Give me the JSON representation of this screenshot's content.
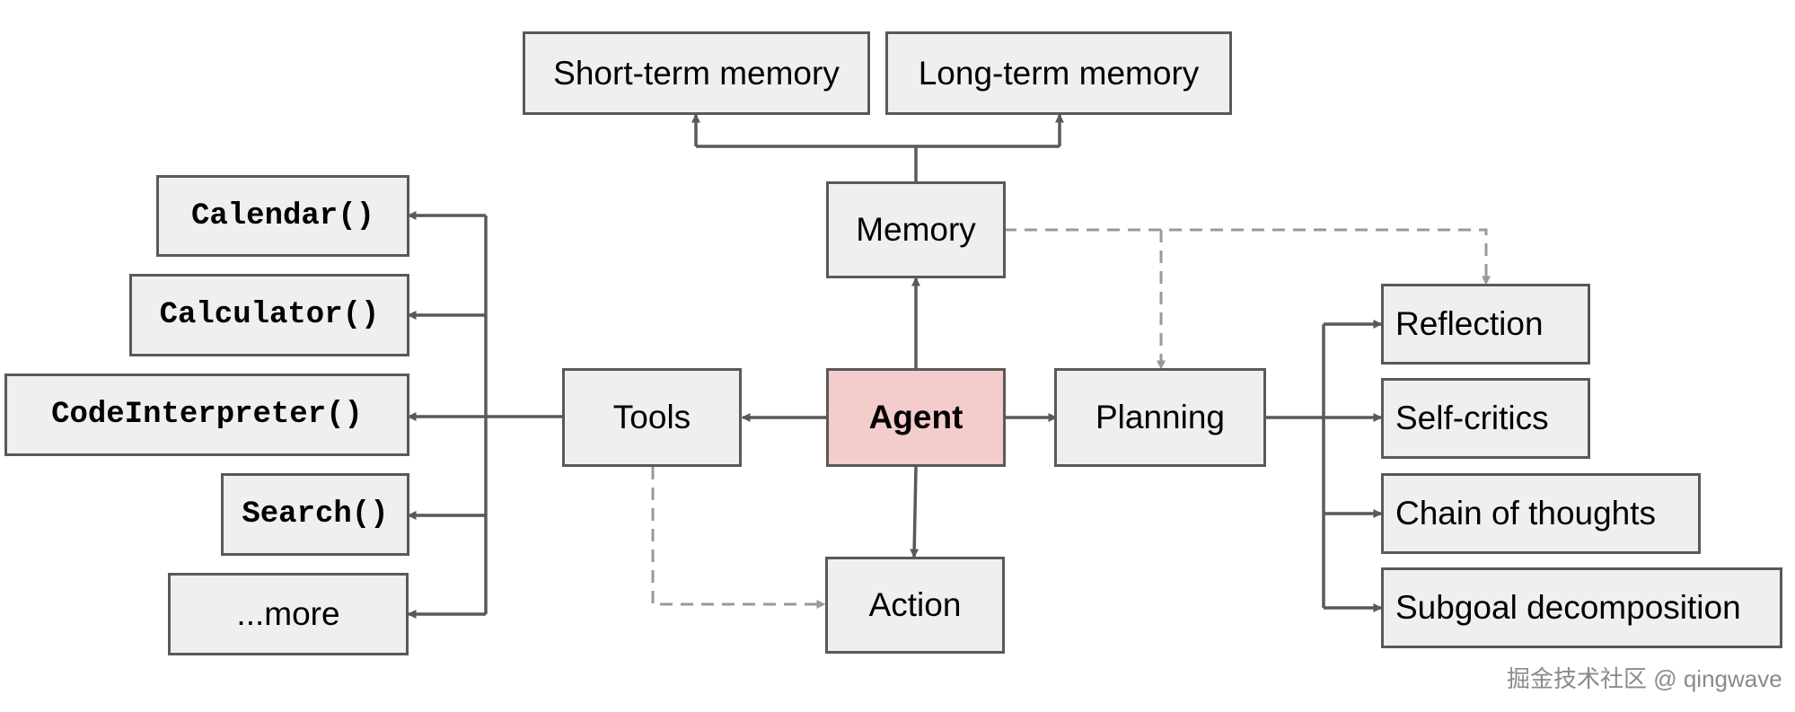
{
  "nodes": {
    "short_term_memory": "Short-term memory",
    "long_term_memory": "Long-term memory",
    "memory": "Memory",
    "agent": "Agent",
    "tools": "Tools",
    "planning": "Planning",
    "action": "Action",
    "calendar": "Calendar()",
    "calculator": "Calculator()",
    "code_interpreter": "CodeInterpreter()",
    "search": "Search()",
    "more": "...more",
    "reflection": "Reflection",
    "self_critics": "Self-critics",
    "chain_of_thoughts": "Chain of thoughts",
    "subgoal_decomposition": "Subgoal decomposition"
  },
  "watermark": "掘金技术社区 @ qingwave",
  "colors": {
    "box_fill": "#efefef",
    "box_border": "#595959",
    "agent_fill": "#f4cccc",
    "solid_arrow": "#595959",
    "dashed_arrow": "#999999"
  }
}
